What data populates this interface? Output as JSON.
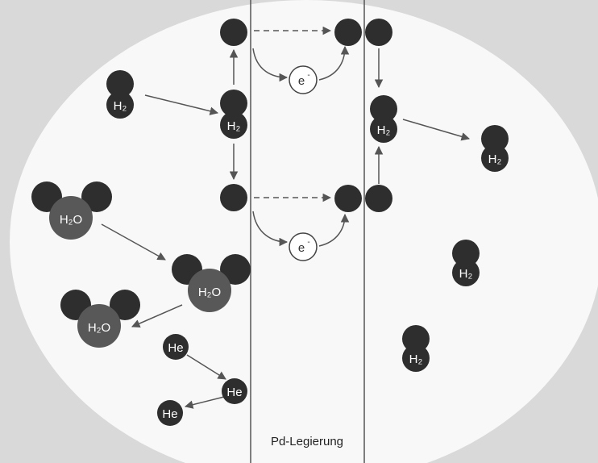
{
  "membrane": {
    "label": "Pd-Legierung"
  },
  "molecules": {
    "h2": "H2",
    "h2o": "H2O",
    "he": "He"
  },
  "electron": {
    "symbol": "e",
    "charge": "-"
  },
  "colors": {
    "atom": "#2e2e2e",
    "oxygen": "#585858",
    "background": "#d9d9d9",
    "ellipse": "#f8f8f8",
    "line": "#555555"
  }
}
